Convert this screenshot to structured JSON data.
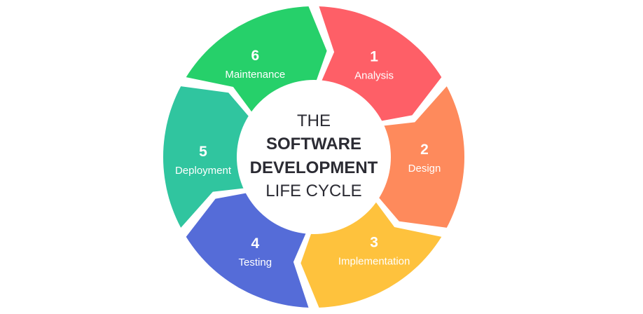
{
  "center": {
    "line1": "THE",
    "line2": "SOFTWARE",
    "line3": "DEVELOPMENT",
    "line4": "LIFE CYCLE"
  },
  "phases": [
    {
      "number": "1",
      "label": "Analysis",
      "color": "#fe5f67"
    },
    {
      "number": "2",
      "label": "Design",
      "color": "#fe8a5c"
    },
    {
      "number": "3",
      "label": "Implementation",
      "color": "#fec23d"
    },
    {
      "number": "4",
      "label": "Testing",
      "color": "#556cd8"
    },
    {
      "number": "5",
      "label": "Deployment",
      "color": "#30c59f"
    },
    {
      "number": "6",
      "label": "Maintenance",
      "color": "#26d06a"
    }
  ],
  "colors": {
    "background": "#ffffff",
    "center_text": "#2b2b33"
  }
}
